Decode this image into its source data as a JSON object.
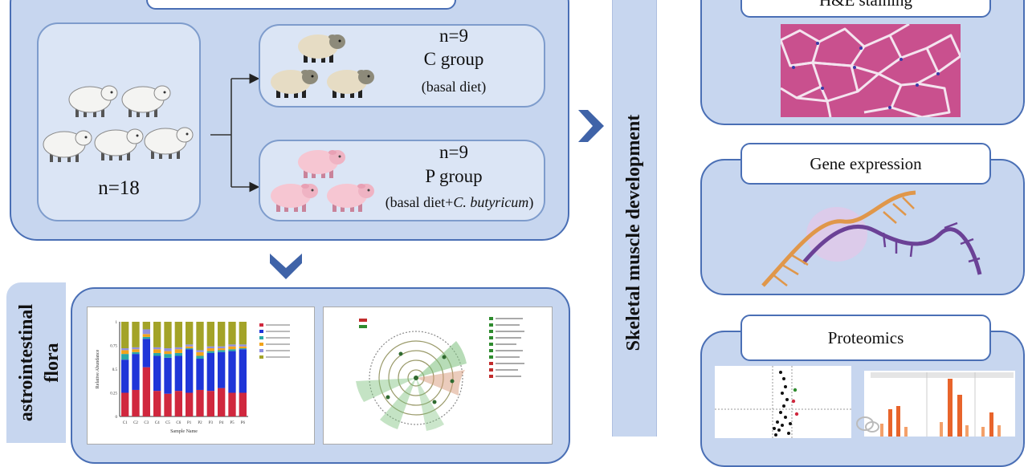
{
  "top_panel_title": "",
  "whole_flock": {
    "count_label": "n=18"
  },
  "groups": [
    {
      "count_label": "n=9",
      "name": "C group",
      "diet_label": "(basal diet)"
    },
    {
      "count_label": "n=9",
      "name": "P group",
      "diet_label_prefix": "(basal diet+",
      "diet_label_italic": "C. butyricum",
      "diet_label_suffix": ")"
    }
  ],
  "gi_panel_label": "astrointestinal flora",
  "gi_label_line1": "astrointestinal",
  "gi_label_line2": "flora",
  "skeletal_label": "Skeletal muscle development",
  "right_cards": [
    {
      "title": "H&E staining"
    },
    {
      "title": "Gene expression"
    },
    {
      "title": "Proteomics"
    }
  ],
  "bar_chart": {
    "ylabel": "Relative Abundance",
    "xlabel": "Sample Name",
    "yticks": [
      "0",
      "0.25",
      "0.5",
      "0.75",
      "1"
    ],
    "categories": [
      "C1",
      "C2",
      "C3",
      "C4",
      "C5",
      "C6",
      "P1",
      "P2",
      "P3",
      "P4",
      "P5",
      "P6"
    ]
  },
  "colors": {
    "panel_fill": "#c7d6ef",
    "panel_border": "#4a6fb5",
    "arrow": "#3f63a8",
    "sheep_white": "#f4f4f2",
    "sheep_tan": "#e6dcc4",
    "sheep_pink": "#f6c6d2"
  },
  "watermark": "",
  "chart_data": {
    "type": "bar",
    "categories": [
      "C1",
      "C2",
      "C3",
      "C4",
      "C5",
      "C6",
      "P1",
      "P2",
      "P3",
      "P4",
      "P5",
      "P6"
    ],
    "ylim": [
      0,
      1
    ],
    "xlabel": "Sample Name",
    "ylabel": "Relative Abundance",
    "series": [
      {
        "color": "#d0283e",
        "values": [
          0.25,
          0.28,
          0.52,
          0.27,
          0.24,
          0.27,
          0.25,
          0.28,
          0.27,
          0.3,
          0.25,
          0.25
        ]
      },
      {
        "color": "#1f35d8",
        "values": [
          0.35,
          0.38,
          0.3,
          0.37,
          0.38,
          0.37,
          0.46,
          0.33,
          0.4,
          0.38,
          0.44,
          0.46
        ]
      },
      {
        "color": "#2aa7a7",
        "values": [
          0.06,
          0.02,
          0.02,
          0.03,
          0.04,
          0.03,
          0.01,
          0.03,
          0.02,
          0.02,
          0.02,
          0.01
        ]
      },
      {
        "color": "#f2a31b",
        "values": [
          0.04,
          0.03,
          0.03,
          0.04,
          0.03,
          0.04,
          0.02,
          0.04,
          0.03,
          0.02,
          0.03,
          0.02
        ]
      },
      {
        "color": "#8f8fe0",
        "values": [
          0.02,
          0.02,
          0.05,
          0.02,
          0.03,
          0.02,
          0.02,
          0.02,
          0.02,
          0.02,
          0.02,
          0.02
        ]
      },
      {
        "color": "#a3a328",
        "values": [
          0.28,
          0.27,
          0.08,
          0.27,
          0.28,
          0.27,
          0.24,
          0.3,
          0.26,
          0.26,
          0.24,
          0.24
        ]
      }
    ]
  }
}
